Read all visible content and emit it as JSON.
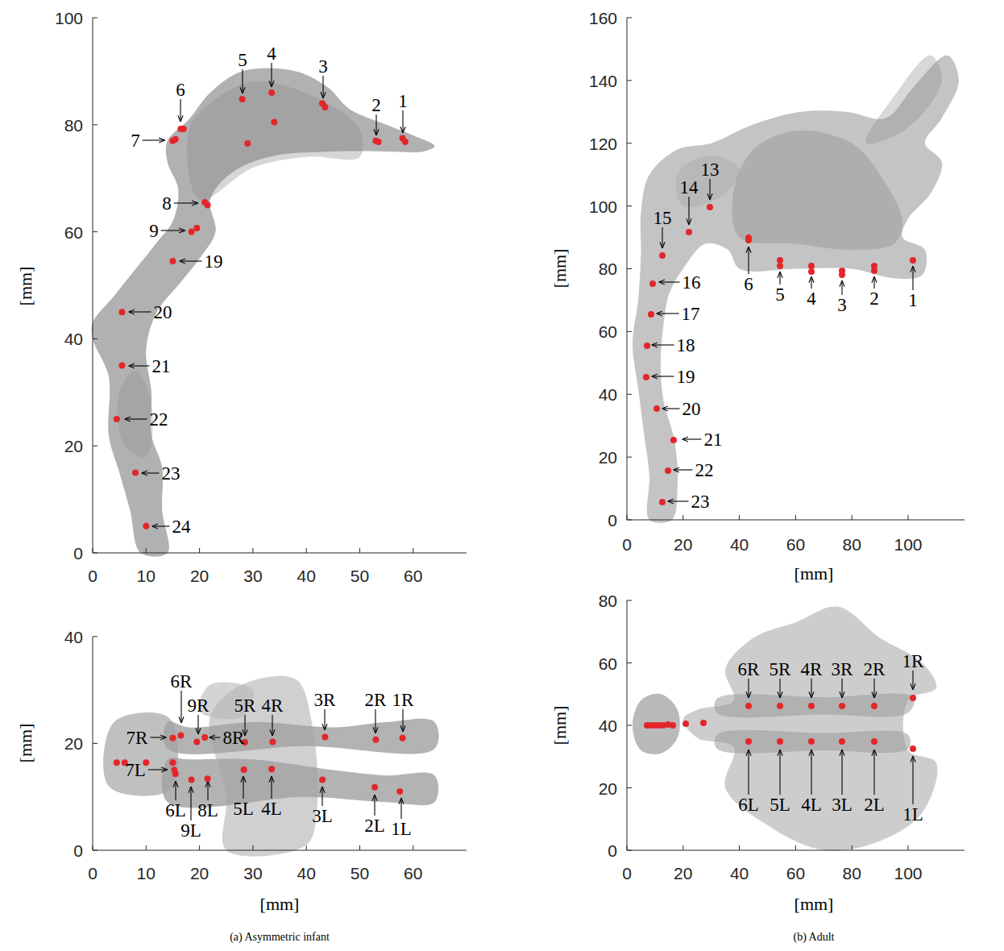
{
  "diagram": {
    "labels": [
      "0",
      "20",
      "40",
      "60",
      "80",
      "100",
      "0",
      "10",
      "20",
      "30",
      "40",
      "50",
      "60",
      "[mm]",
      "1",
      "2",
      "3",
      "4",
      "5",
      "6",
      "7",
      "8",
      "9",
      "19",
      "20",
      "21",
      "22",
      "23",
      "24",
      "0",
      "20",
      "40",
      "0",
      "10",
      "20",
      "30",
      "40",
      "50",
      "60",
      "[mm]",
      "[mm]",
      "6R",
      "9R",
      "8R",
      "7R",
      "5R",
      "4R",
      "3R",
      "2R",
      "1R",
      "7L",
      "6L",
      "9L",
      "8L",
      "5L",
      "4L",
      "3L",
      "2L",
      "1L",
      "(a) Asymmetric infant",
      "0",
      "20",
      "40",
      "60",
      "80",
      "100",
      "120",
      "140",
      "160",
      "0",
      "20",
      "40",
      "60",
      "80",
      "100",
      "[mm]",
      "[mm]",
      "1",
      "2",
      "3",
      "4",
      "5",
      "6",
      "13",
      "14",
      "15",
      "16",
      "17",
      "18",
      "19",
      "20",
      "21",
      "22",
      "23",
      "0",
      "20",
      "40",
      "60",
      "80",
      "0",
      "20",
      "40",
      "60",
      "80",
      "100",
      "[mm]",
      "[mm]",
      "6R",
      "5R",
      "4R",
      "3R",
      "2R",
      "1R",
      "6L",
      "5L",
      "4L",
      "3L",
      "2L",
      "1L",
      "(b) Adult"
    ]
  }
}
